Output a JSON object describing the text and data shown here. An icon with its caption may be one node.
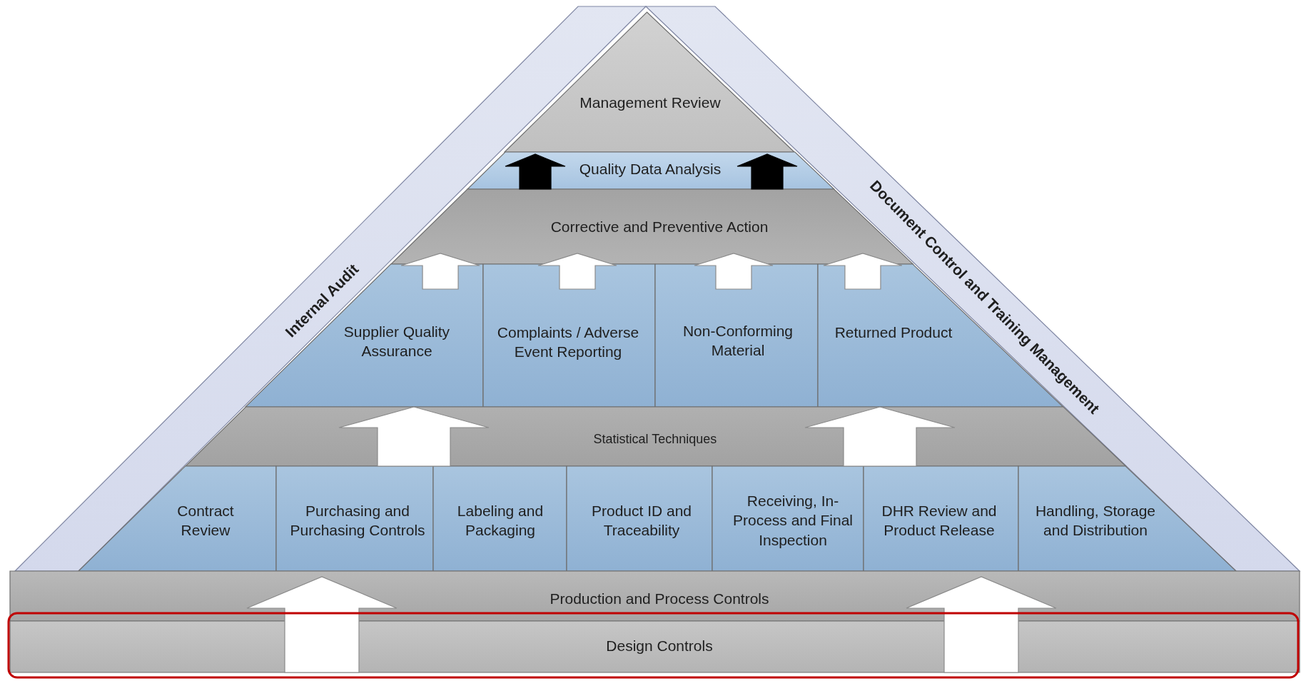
{
  "diagram": {
    "nodes": [
      {
        "text": [
          "Internal Audit"
        ]
      },
      {
        "text": [
          "Document Control and Training Management"
        ]
      },
      {
        "text": [
          "Management Review"
        ]
      },
      {
        "text": [
          "Quality Data Analysis"
        ]
      },
      {
        "text": [
          "Corrective and Preventive Action"
        ]
      },
      {
        "text": [
          "Supplier Quality Assurance"
        ]
      },
      {
        "text": [
          "Complaints / Adverse Event Reporting"
        ]
      },
      {
        "text": [
          "Non-Conforming Material"
        ]
      },
      {
        "text": [
          "Returned Product"
        ]
      },
      {
        "text": [
          "Statistical Techniques"
        ]
      },
      {
        "text": [
          "Contract Review"
        ]
      },
      {
        "text": [
          "Purchasing and Purchasing Controls"
        ]
      },
      {
        "text": [
          "Labeling and Packaging"
        ]
      },
      {
        "text": [
          "Product ID and Traceability"
        ]
      },
      {
        "text": [
          "Receiving, In-Process and Final Inspection"
        ]
      },
      {
        "text": [
          "DHR Review and Product Release"
        ]
      },
      {
        "text": [
          "Handling, Storage and Distribution"
        ]
      },
      {
        "text": [
          "Production and Process Controls"
        ]
      },
      {
        "text": [
          "Design Controls"
        ]
      }
    ],
    "edges": [
      {
        "from": 18,
        "to": 17,
        "arrow": "to"
      },
      {
        "from": 18,
        "to": 17,
        "arrow": "to"
      },
      {
        "from": 11,
        "to": 5,
        "arrow": "to"
      },
      {
        "from": 15,
        "to": 8,
        "arrow": "to"
      },
      {
        "from": 5,
        "to": 4,
        "arrow": "to"
      },
      {
        "from": 6,
        "to": 4,
        "arrow": "to"
      },
      {
        "from": 7,
        "to": 4,
        "arrow": "to"
      },
      {
        "from": 8,
        "to": 4,
        "arrow": "to"
      },
      {
        "from": 4,
        "to": 2,
        "arrow": "to",
        "color": "#000000"
      },
      {
        "from": 4,
        "to": 2,
        "arrow": "to",
        "color": "#000000"
      }
    ]
  }
}
